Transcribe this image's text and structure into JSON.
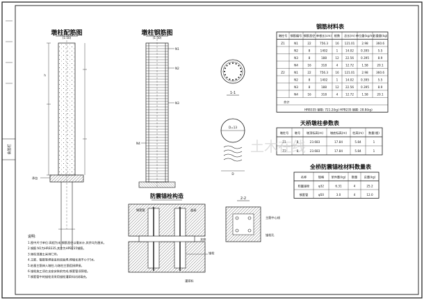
{
  "titles": {
    "pile_elevation": "墩柱配筋图",
    "pile_elevation_sub": "(1:50)",
    "pile_rebar": "墩柱钢筋图",
    "pile_rebar_sub": "(1:50)",
    "rebar_table": "钢筋材料表",
    "pier_params": "天桥墩柱参数表",
    "anchor_table": "全桥防震锚栓材料数量表",
    "anchor_detail": "防震锚栓构造",
    "section_1": "1-1",
    "section_2": "2-2",
    "spiral_label": "D=13",
    "notes_heading": "说明:",
    "watermark": "土木在线",
    "side_stamp": "会签栏"
  },
  "rebar_table": {
    "headers": [
      "墩柱号",
      "钢筋编号",
      "钢筋直径",
      "单根长(cm)",
      "根数",
      "总长(m)",
      "单位重(kg/m)",
      "总重量(kg)"
    ],
    "rows": [
      [
        "Z1",
        "N1",
        "22",
        "756.3",
        "16",
        "121.01",
        "2.98",
        "360.6"
      ],
      [
        "",
        "N2",
        "8",
        "1402",
        "1",
        "14.02",
        "0.395",
        "5.5"
      ],
      [
        "",
        "N3",
        "8",
        "188",
        "12",
        "22.56",
        "0.395",
        "8.9"
      ],
      [
        "",
        "N4",
        "16",
        "318",
        "4",
        "12.72",
        "1.58",
        "20.1"
      ],
      [
        "Z2",
        "N1",
        "22",
        "756.3",
        "16",
        "121.01",
        "2.98",
        "360.6"
      ],
      [
        "",
        "N2",
        "8",
        "1402",
        "1",
        "14.02",
        "0.395",
        "5.5"
      ],
      [
        "",
        "N3",
        "8",
        "188",
        "12",
        "22.56",
        "0.395",
        "8.9"
      ],
      [
        "",
        "N4",
        "16",
        "318",
        "4",
        "12.72",
        "1.58",
        "20.1"
      ]
    ],
    "total_label": "合计",
    "total_text": "HRB335 钢筋: 721.2(kg)   HPB235 钢筋: 28.8(kg)"
  },
  "pier_params": {
    "headers": [
      "墩柱号",
      "墩号",
      "墩顶标高(m)",
      "墩底标高(m)",
      "柱高(m)",
      "数量(根)"
    ],
    "rows": [
      [
        "Z1",
        "B",
        "23.683",
        "17.84",
        "5.84",
        "1"
      ],
      [
        "Z2",
        "B",
        "23.683",
        "17.84",
        "5.84",
        "1"
      ]
    ]
  },
  "anchor_table": {
    "headers": [
      "名称",
      "规格",
      "单件重(kg)",
      "数量",
      "总重(kg)"
    ],
    "rows": [
      [
        "防震锚栓",
        "φ32",
        "6.31",
        "4",
        "25.2"
      ],
      [
        "钢套管",
        "φ50",
        "3.0",
        "4",
        "12.0"
      ]
    ]
  },
  "labels": {
    "n1": "N1",
    "n2": "N2",
    "n3": "N3",
    "n4": "N4",
    "cap_beam": "盖梁",
    "ground": "承台",
    "pile_top": "墩顶",
    "anchor_label": "锚栓",
    "sleeve_label": "钢套管",
    "grout_label": "灌浆料",
    "bearing_label": "支座",
    "main_rebar": "主筋中心线",
    "anchor_bolt": "锚栓孔",
    "dim_d": "D",
    "dim_h": "h"
  },
  "notes": [
    "1.图中尺寸单位:高程为米,钢筋直径以毫米计,其余均为厘米。",
    "2.钢筋:N1为HRB335,其余为HPB235钢筋。",
    "3.墩柱混凝土采用C30。",
    "4.主筋、箍筋等焊接采用双面焊,焊缝长度不小于5d。",
    "5.桩基主筋伸入墩柱,与墩柱主筋搭接焊接。",
    "6.锚栓施工须在支座安装前完成,钢套管须预埋。",
    "7.钢套管中的锚栓须采用锚栓灌浆料封闭填充。"
  ]
}
